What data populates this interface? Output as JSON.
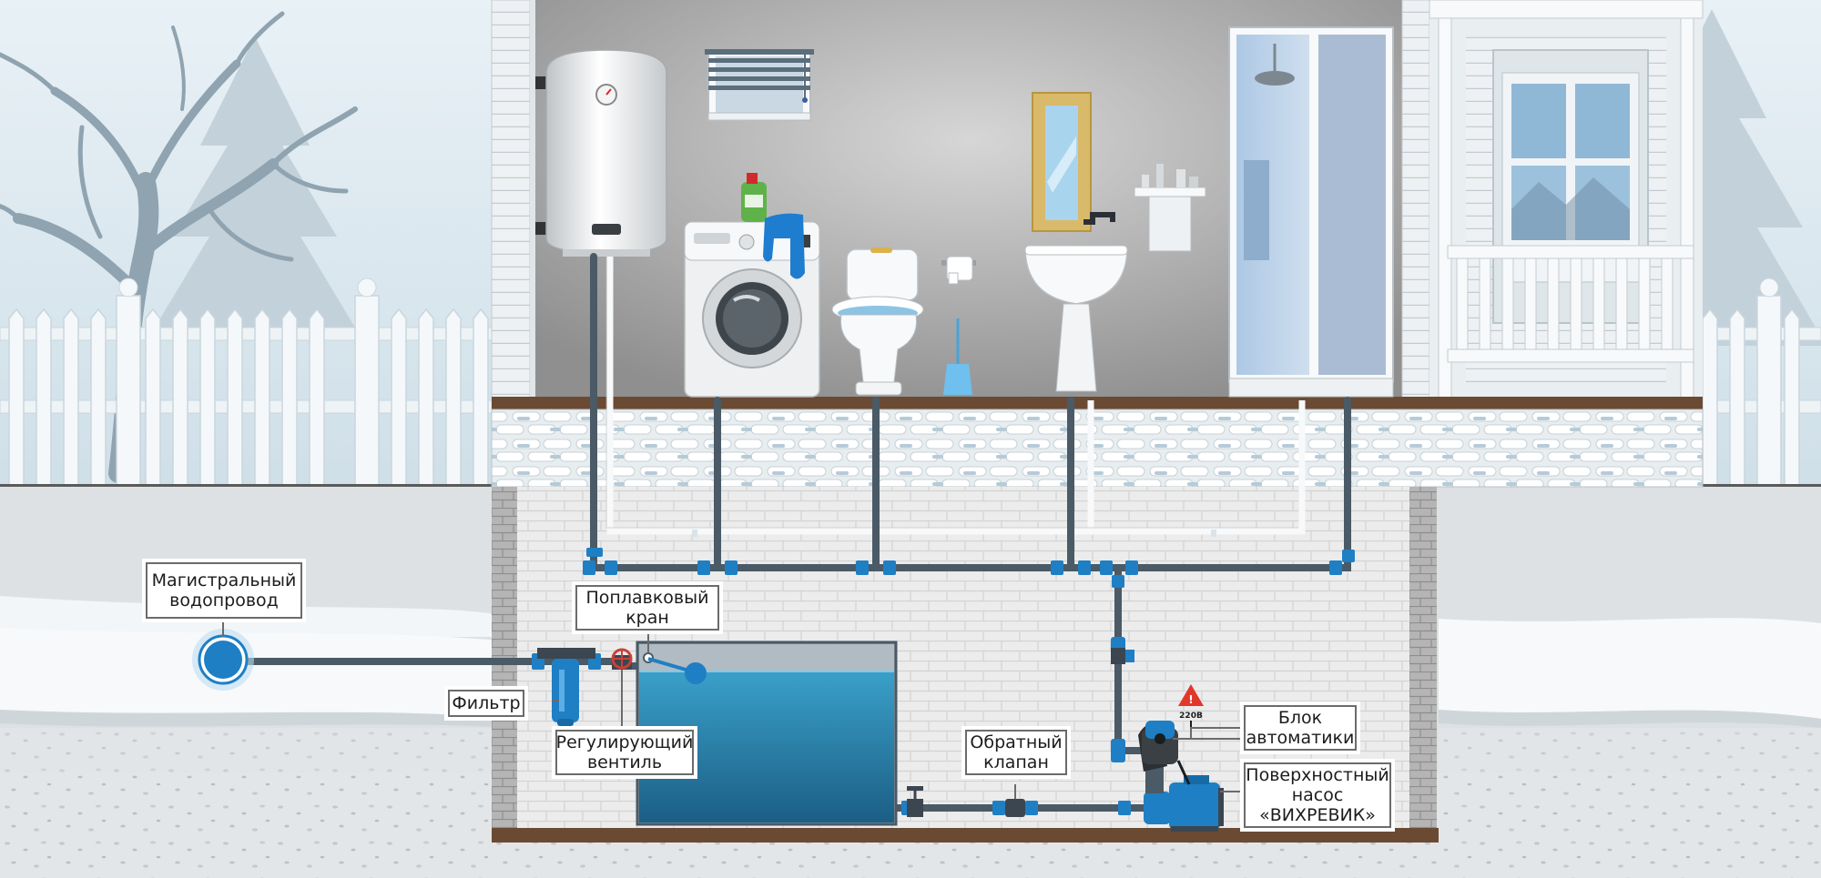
{
  "labels": {
    "main_line": [
      "Магистральный",
      "водопровод"
    ],
    "float_valve": [
      "Поплавковый",
      "кран"
    ],
    "filter": [
      "Фильтр"
    ],
    "regulating_valve": [
      "Регулирующий",
      "вентиль"
    ],
    "check_valve": [
      "Обратный",
      "клапан"
    ],
    "automation_block": [
      "Блок",
      "автоматики"
    ],
    "surface_pump": [
      "Поверхностный",
      "насос",
      "«ВИХРЕВИК»"
    ]
  },
  "voltage_label": "220В",
  "colors": {
    "pipe_dark": "#4a5a66",
    "fitting_blue": "#1f7fc4",
    "tank_water": "#1d6f9a",
    "ground": "#dde1e3",
    "snow": "#f3f6f8",
    "wall_gray": "#a8acaf",
    "floor_brown": "#6b4a34",
    "warning_red": "#e2372b"
  },
  "icons": [
    "tree-icon",
    "fence-icon",
    "water-heater-icon",
    "washing-machine-icon",
    "toilet-icon",
    "sink-icon",
    "shower-cabin-icon",
    "mirror-icon",
    "window-icon",
    "detergent-bottle-icon",
    "toilet-paper-icon",
    "toilet-brush-icon",
    "water-tank-icon",
    "pump-icon",
    "filter-icon",
    "valve-icon",
    "warning-icon"
  ]
}
